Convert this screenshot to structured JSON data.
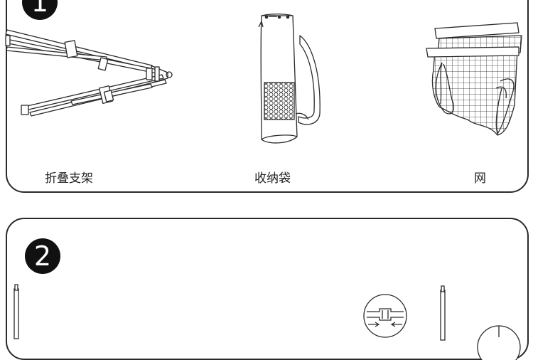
{
  "step1": {
    "badge": "1",
    "items": [
      {
        "label": "折叠支架",
        "icon": "folding-frame-icon"
      },
      {
        "label": "收纳袋",
        "icon": "storage-bag-icon"
      },
      {
        "label": "网",
        "icon": "net-icon"
      }
    ]
  },
  "step2": {
    "badge": "2"
  },
  "colors": {
    "outline": "#2a2a2a",
    "badge_fill": "#111111",
    "background": "#ffffff"
  }
}
